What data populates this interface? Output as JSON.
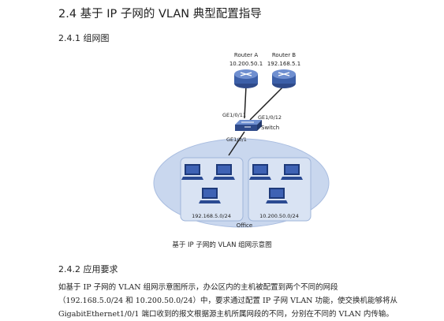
{
  "section_title": "2.4  基于 IP 子网的 VLAN 典型配置指导",
  "subsection_1": "2.4.1  组网图",
  "diagram": {
    "router_a": {
      "name": "Router A",
      "ip": "10.200.50.1"
    },
    "router_b": {
      "name": "Router B",
      "ip": "192.168.5.1"
    },
    "switch_label": "Switch",
    "port_11": "GE1/0/11",
    "port_12": "GE1/0/12",
    "port_1": "GE1/0/1",
    "subnet_left": "192.168.5.0/24",
    "subnet_right": "10.200.50.0/24",
    "office_label": "Office",
    "caption": "基于 IP 子网的 VLAN 组网示意图"
  },
  "subsection_2": "2.4.2  应用要求",
  "paragraph_lines": [
    "如基于  IP  子网的  VLAN  组网示意图所示，办公区内的主机被配置到两个不同的网段",
    "（192.168.5.0/24  和  10.200.50.0/24）中，要求通过配置  IP  子网  VLAN  功能，使交换机能够将从",
    "GigabitEthernet1/0/1  端口收到的报文根据源主机所属网段的不同，分别在不同的  VLAN  内传输。"
  ]
}
